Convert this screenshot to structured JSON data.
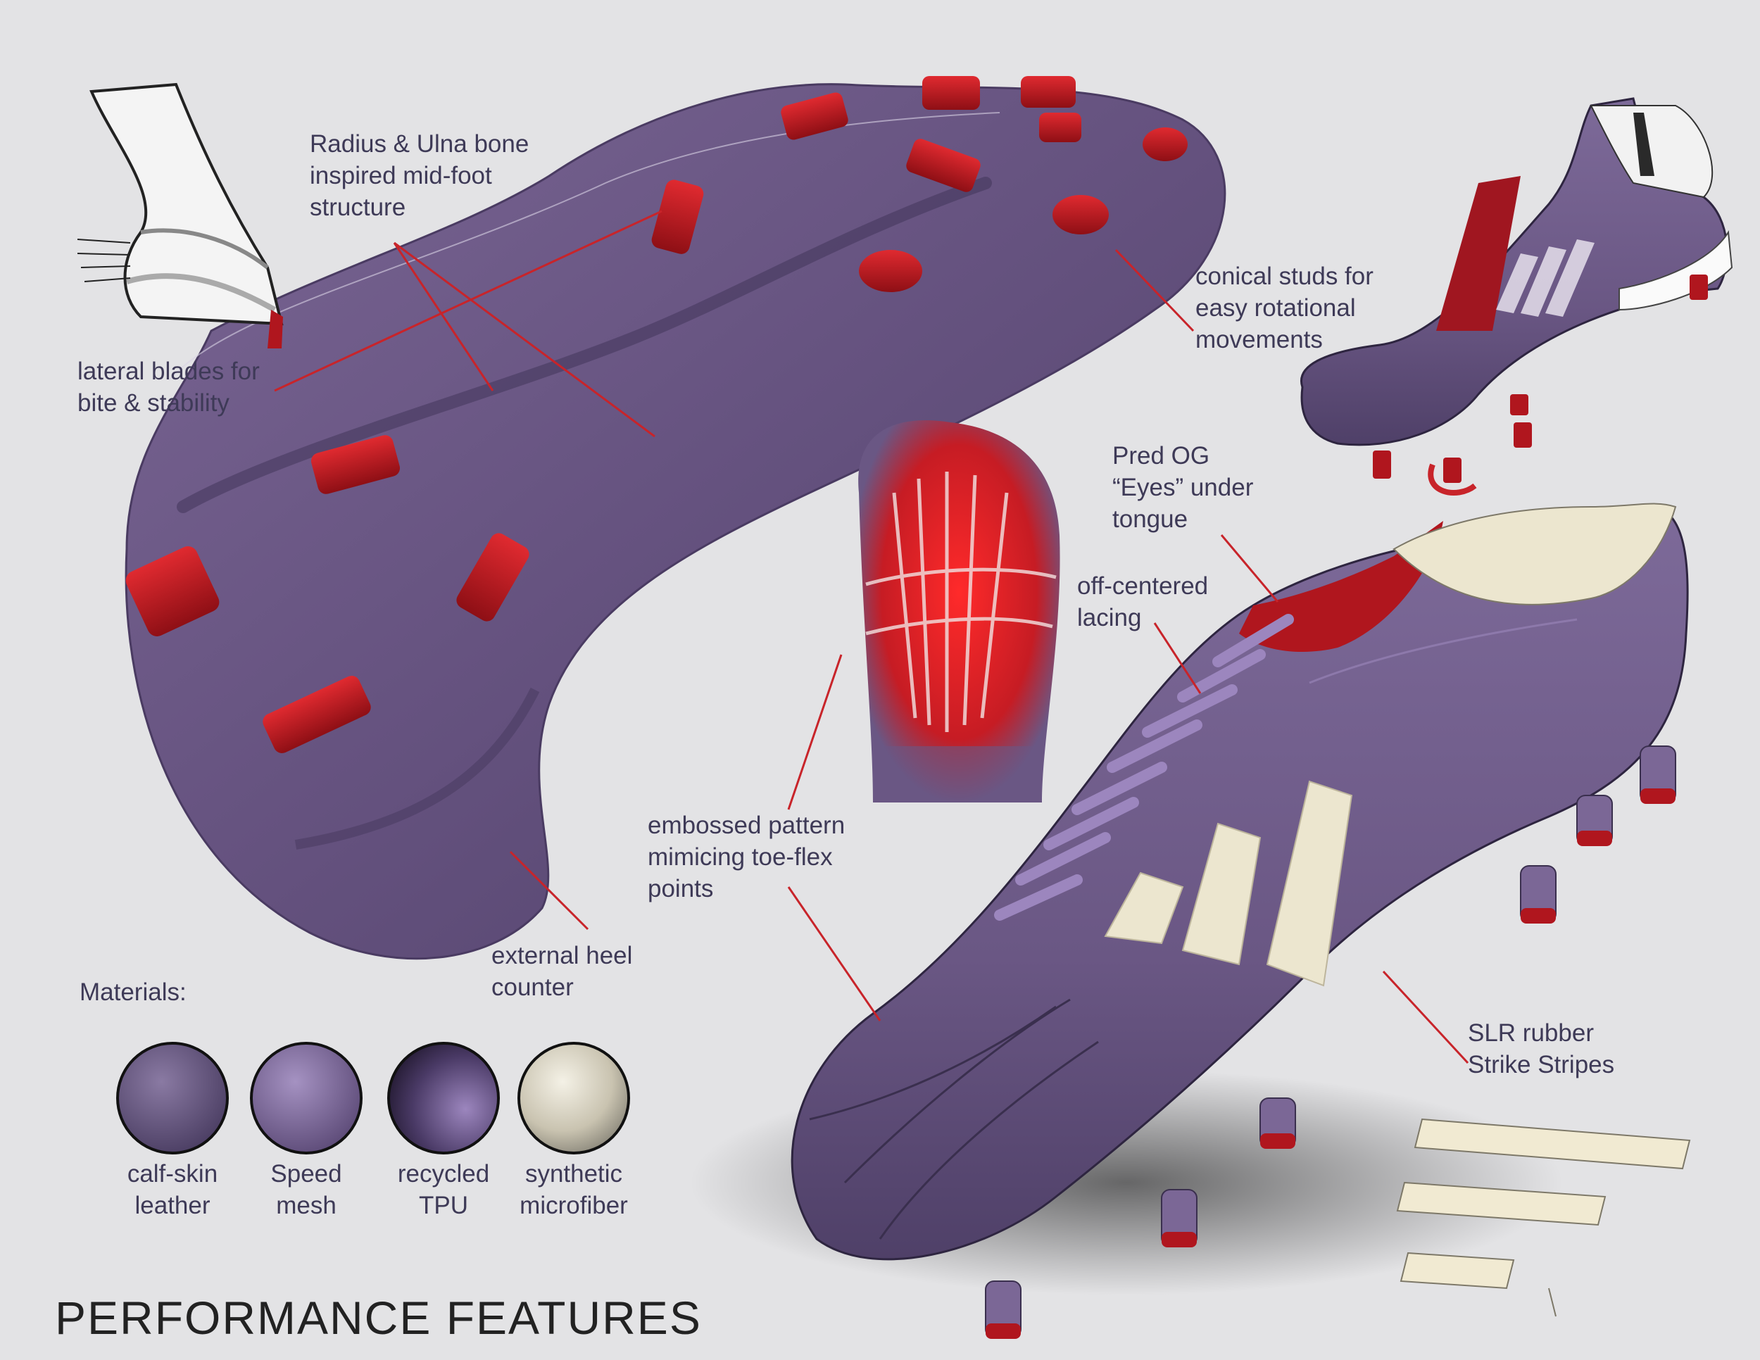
{
  "colors": {
    "background": "#e3e3e5",
    "boot_purple": "#6a5784",
    "boot_purple_dark": "#4c3d63",
    "stud_red": "#b0161e",
    "leader_red": "#c8242a",
    "text": "#3e3a57",
    "cream": "#ece6cf"
  },
  "annotations": {
    "radius_ulna": "Radius & Ulna bone\ninspired mid-foot\nstructure",
    "lateral_blades": "lateral blades for\nbite & stability",
    "conical_studs": "conical studs for\neasy rotational\nmovements",
    "pred_eyes": "Pred OG\n“Eyes” under\ntongue",
    "off_centered": "off-centered\nlacing",
    "embossed": "embossed pattern\nmimicing  toe-flex\npoints",
    "heel_counter": "external heel\ncounter",
    "slr_rubber": "SLR rubber\nStrike Stripes"
  },
  "materials": {
    "heading": "Materials:",
    "items": [
      {
        "label": "calf-skin\nleather",
        "swatch": "calf-skin-leather"
      },
      {
        "label": "Speed\nmesh",
        "swatch": "speed-mesh"
      },
      {
        "label": "recycled\nTPU",
        "swatch": "recycled-tpu"
      },
      {
        "label": "synthetic\nmicrofiber",
        "swatch": "synthetic-microfiber"
      }
    ]
  },
  "title": "PERFORMANCE FEATURES"
}
